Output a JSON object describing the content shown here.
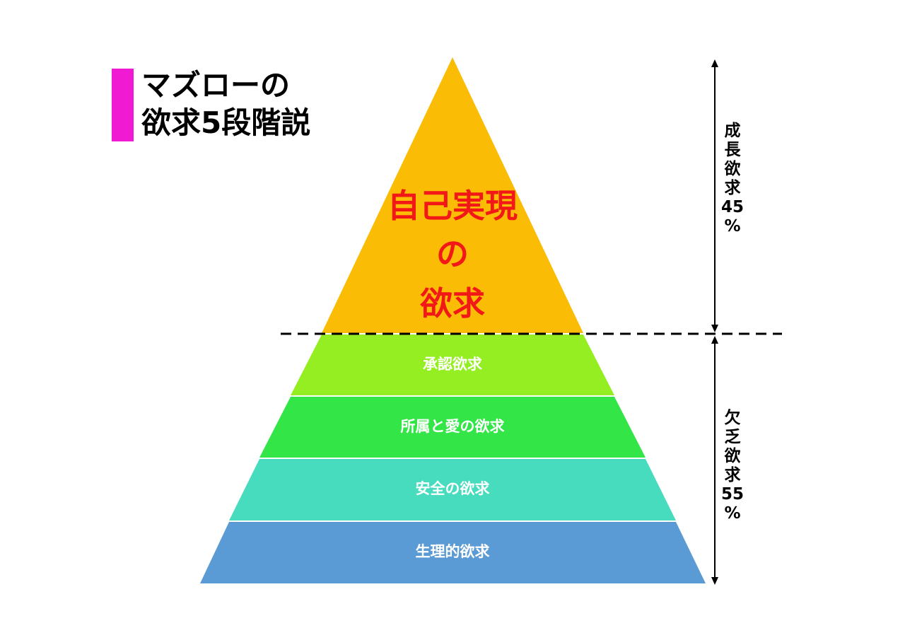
{
  "title": {
    "line1": "マズローの",
    "line2": "欲求5段階説"
  },
  "pyramid": {
    "apex": {
      "line1": "自己実現",
      "line2": "の",
      "line3": "欲求"
    },
    "tiers": [
      {
        "label": "承認欲求"
      },
      {
        "label": "所属と愛の欲求"
      },
      {
        "label": "安全の欲求"
      },
      {
        "label": "生理的欲求"
      }
    ]
  },
  "side_labels": {
    "growth": [
      "成",
      "長",
      "欲",
      "求",
      "45",
      "%"
    ],
    "deficiency": [
      "欠",
      "乏",
      "欲",
      "求",
      "55",
      "%"
    ]
  },
  "colors": {
    "title_accent": "#f01ad2",
    "apex": "#fbbc05",
    "esteem": "#94ee21",
    "belonging": "#33e547",
    "safety": "#47dcbe",
    "physiological": "#5b9bd5",
    "apex_text": "#f21818"
  }
}
